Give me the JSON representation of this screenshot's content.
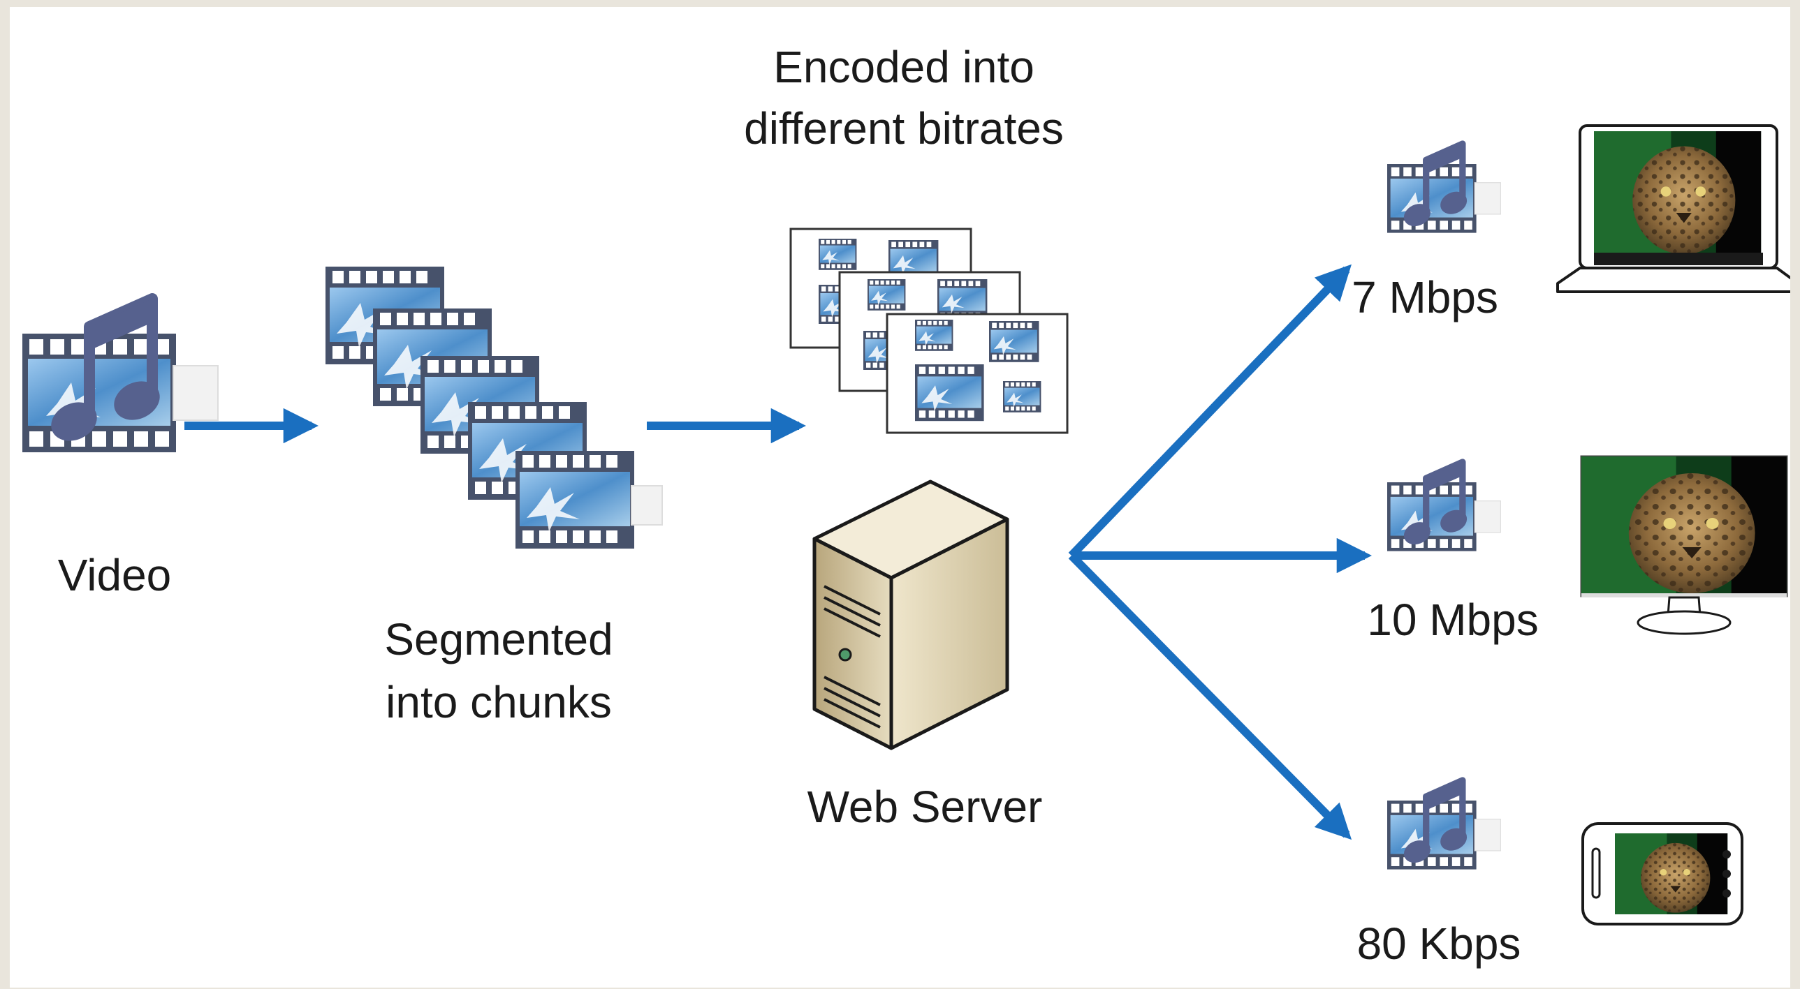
{
  "labels": {
    "encoded_line1": "Encoded into",
    "encoded_line2": "different bitrates",
    "video": "Video",
    "segmented_line1": "Segmented",
    "segmented_line2": "into chunks",
    "web_server": "Web Server",
    "bitrate_high": "7 Mbps",
    "bitrate_mid": "10 Mbps",
    "bitrate_low": "80 Kbps"
  },
  "colors": {
    "arrow": "#1a6fc0",
    "film_blue": "#5d9fd6",
    "film_frame": "#47526b",
    "note": "#56618e",
    "server_body": "#d8cdb0",
    "screen_green": "#1f6b2e"
  },
  "icons": [
    "video-file-icon",
    "video-chunks-icon",
    "encoded-documents-icon",
    "web-server-icon",
    "laptop-icon",
    "monitor-icon",
    "smartphone-icon"
  ]
}
